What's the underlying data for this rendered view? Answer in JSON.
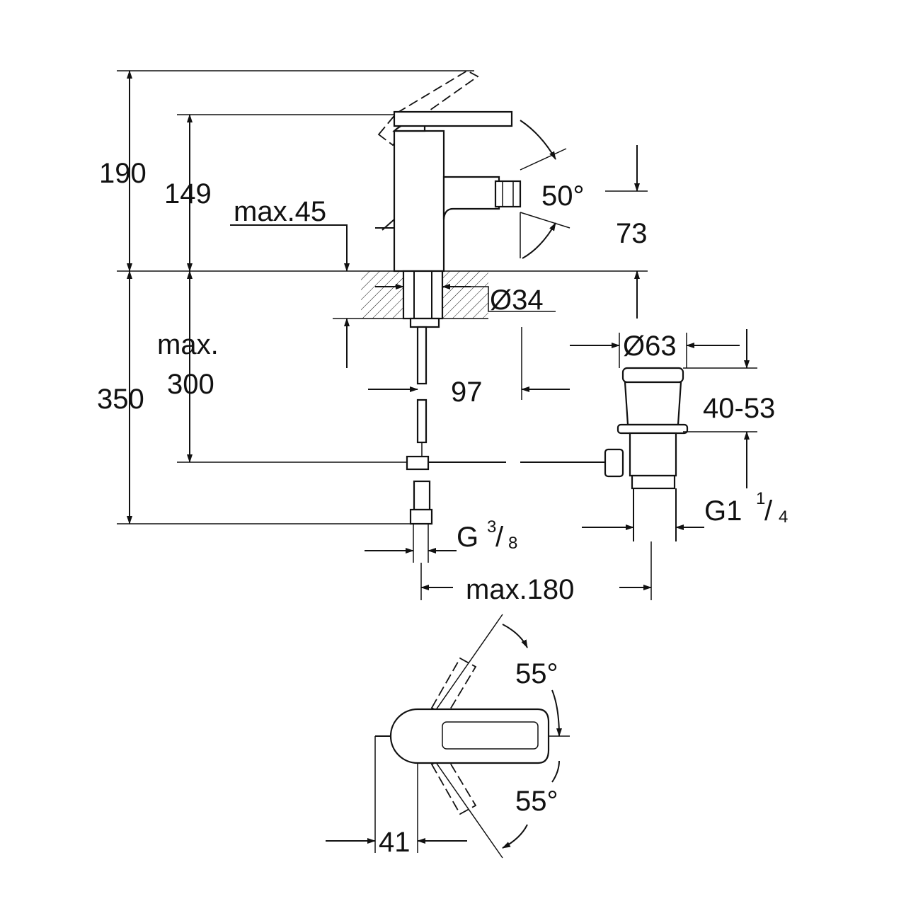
{
  "diagram": {
    "title": "Bidet mixer dimension drawing",
    "dimensions": {
      "total_height": "190",
      "body_height": "149",
      "max_thickness": "max.45",
      "spout_angle": "50°",
      "spout_height": "73",
      "hole_diameter": "Ø34",
      "max_hose": "max.",
      "max_hose_value": "300",
      "overall_below": "350",
      "drain_diameter": "Ø63",
      "spout_offset": "97",
      "drain_range": "40-53",
      "drain_thread": "G1",
      "drain_thread_num": "1",
      "drain_thread_den": "4",
      "supply_thread": "G",
      "supply_thread_num": "3",
      "supply_thread_den": "8",
      "max_rod": "max.180",
      "lever_angle_top": "55°",
      "lever_angle_bottom": "55°",
      "lever_offset": "41"
    }
  }
}
